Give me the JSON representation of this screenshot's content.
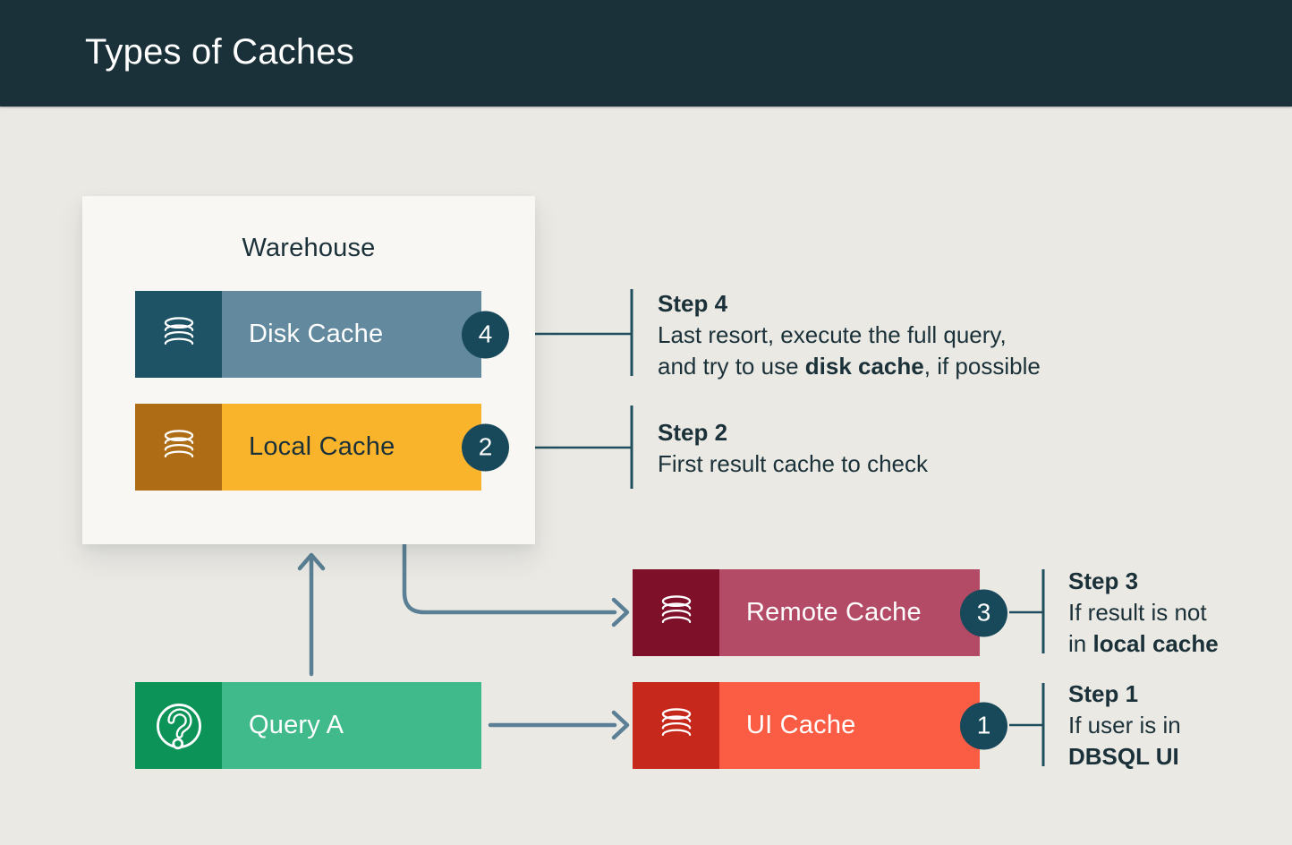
{
  "header": {
    "title": "Types of Caches",
    "bg": "#1B3139",
    "text_color": "#FFFFFF"
  },
  "canvas_bg": "#EBE9E4",
  "warehouse": {
    "title": "Warehouse",
    "bg": "#F9F7F3"
  },
  "nodes": {
    "disk": {
      "label": "Disk Cache",
      "badge": "4",
      "icon": "database-icon",
      "icon_bg": "#1D5364",
      "bar_bg": "#62899D",
      "label_color": "#FFFFFF"
    },
    "local": {
      "label": "Local Cache",
      "badge": "2",
      "icon": "database-icon",
      "icon_bg": "#AE6D15",
      "bar_bg": "#F9B42C",
      "label_color": "#1B3139"
    },
    "remote": {
      "label": "Remote Cache",
      "badge": "3",
      "icon": "database-icon",
      "icon_bg": "#7E1129",
      "bar_bg": "#B34B66",
      "label_color": "#FFFFFF"
    },
    "ui": {
      "label": "UI Cache",
      "badge": "1",
      "icon": "database-icon",
      "icon_bg": "#C6291C",
      "bar_bg": "#FB5C44",
      "label_color": "#FFFFFF"
    },
    "query": {
      "label": "Query A",
      "icon": "question-icon",
      "icon_bg": "#0C9357",
      "bar_bg": "#40B98B",
      "label_color": "#FFFFFF"
    }
  },
  "steps": {
    "s4": {
      "heading": "Step 4",
      "line1": "Last resort, execute the full query,",
      "line2_pre": "and try to use ",
      "line2_bold": "disk cache",
      "line2_post": ", if possible"
    },
    "s2": {
      "heading": "Step 2",
      "line1": "First result cache to check"
    },
    "s3": {
      "heading": "Step 3",
      "line1": "If result is not",
      "line2_pre": "in ",
      "line2_bold": "local cache",
      "line2_post": ""
    },
    "s1": {
      "heading": "Step 1",
      "line1": "If user is in",
      "line2_pre": "",
      "line2_bold": "DBSQL UI",
      "line2_post": ""
    }
  },
  "badge_color": "#17495A",
  "colors": {
    "flow_arrow": "#5B8095",
    "step_connector": "#1F4E5E",
    "step_text": "#1B3139"
  }
}
